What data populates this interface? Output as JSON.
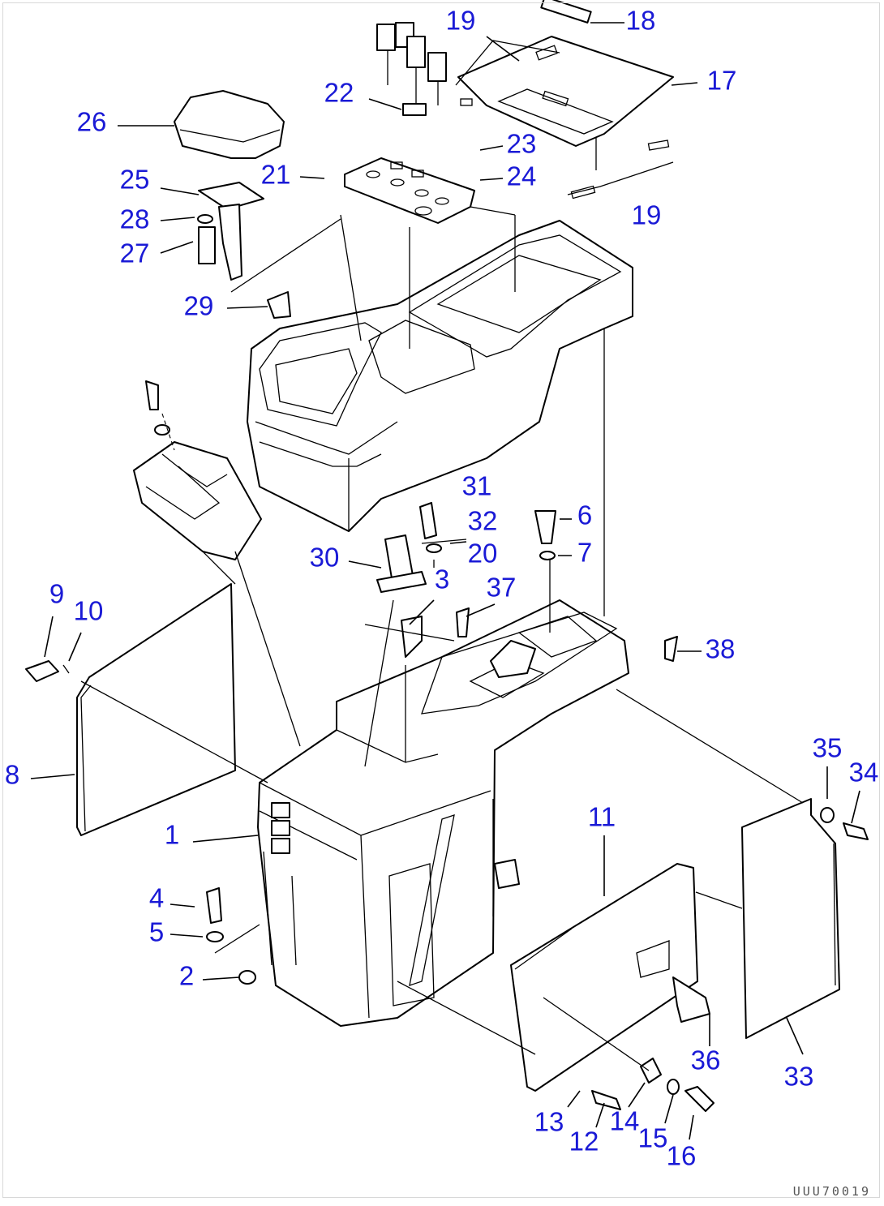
{
  "diagram": {
    "callouts": [
      {
        "label": "1"
      },
      {
        "label": "2"
      },
      {
        "label": "3"
      },
      {
        "label": "4"
      },
      {
        "label": "5"
      },
      {
        "label": "6"
      },
      {
        "label": "7"
      },
      {
        "label": "8"
      },
      {
        "label": "9"
      },
      {
        "label": "10"
      },
      {
        "label": "11"
      },
      {
        "label": "12"
      },
      {
        "label": "13"
      },
      {
        "label": "14"
      },
      {
        "label": "15"
      },
      {
        "label": "16"
      },
      {
        "label": "17"
      },
      {
        "label": "18"
      },
      {
        "label": "19"
      },
      {
        "label": "19"
      },
      {
        "label": "20"
      },
      {
        "label": "21"
      },
      {
        "label": "22"
      },
      {
        "label": "23"
      },
      {
        "label": "24"
      },
      {
        "label": "25"
      },
      {
        "label": "26"
      },
      {
        "label": "27"
      },
      {
        "label": "28"
      },
      {
        "label": "29"
      },
      {
        "label": "30"
      },
      {
        "label": "31"
      },
      {
        "label": "32"
      },
      {
        "label": "33"
      },
      {
        "label": "34"
      },
      {
        "label": "35"
      },
      {
        "label": "36"
      },
      {
        "label": "37"
      },
      {
        "label": "38"
      }
    ],
    "callout_color": "#1a1ad6",
    "line_color": "#000000",
    "drawing_code": "UUU70019"
  }
}
